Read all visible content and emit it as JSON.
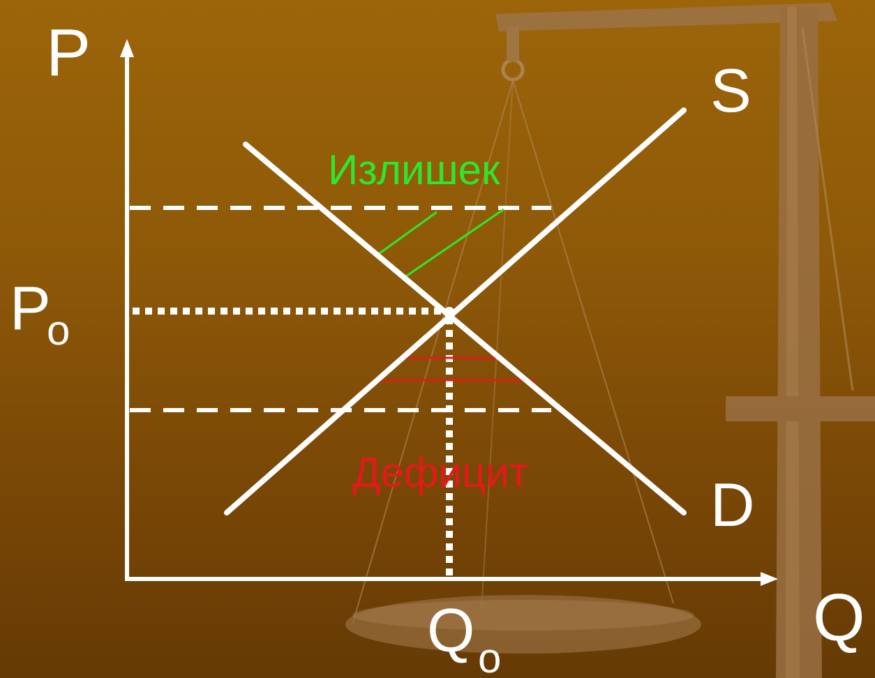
{
  "diagram": {
    "axis_labels": {
      "price": "P",
      "quantity": "Q"
    },
    "equilibrium_labels": {
      "price": "P",
      "price_subscript": "o",
      "quantity": "Q",
      "quantity_subscript": "o"
    },
    "curve_labels": {
      "supply": "S",
      "demand": "D"
    },
    "region_labels": {
      "surplus": "Излишек",
      "deficit": "Дефицит"
    },
    "colors": {
      "background": "#8f5a08",
      "lines": "#ffffff",
      "surplus": "#2ee62e",
      "deficit": "#e21a1a",
      "scale_decoration": "#a67a4a"
    },
    "decoration_icon": "balance-scale-icon"
  }
}
